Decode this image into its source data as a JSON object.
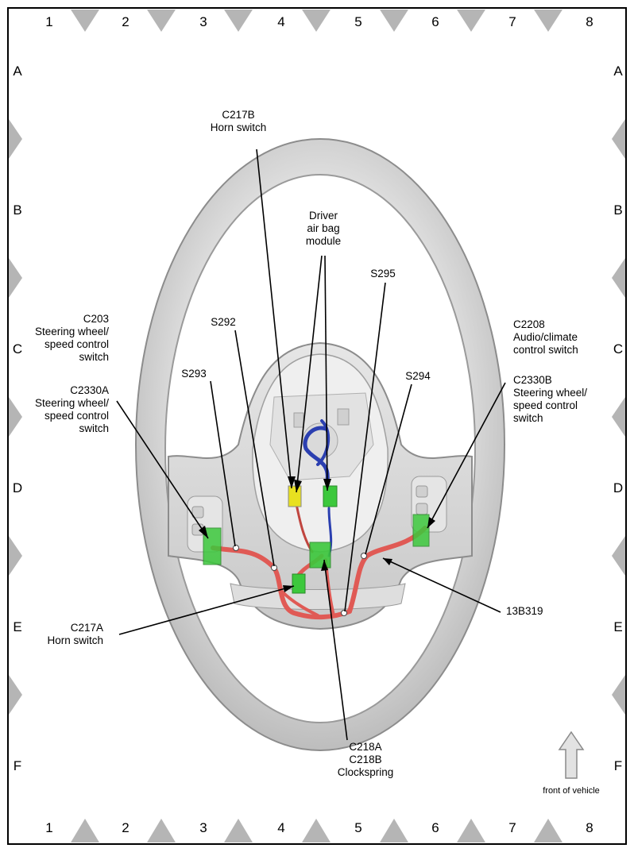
{
  "grid": {
    "columns": [
      "1",
      "2",
      "3",
      "4",
      "5",
      "6",
      "7",
      "8"
    ],
    "rows": [
      "A",
      "B",
      "C",
      "D",
      "E",
      "F"
    ]
  },
  "callouts": {
    "c217b": [
      "C217B",
      "Horn switch"
    ],
    "driver_airbag": [
      "Driver",
      "air bag",
      "module"
    ],
    "s295": [
      "S295"
    ],
    "s292": [
      "S292"
    ],
    "c203": [
      "C203",
      "Steering wheel/",
      "speed control",
      "switch"
    ],
    "c2208": [
      "C2208",
      "Audio/climate",
      "control switch"
    ],
    "s293": [
      "S293"
    ],
    "s294": [
      "S294"
    ],
    "c2330a": [
      "C2330A",
      "Steering wheel/",
      "speed control",
      "switch"
    ],
    "c2330b": [
      "C2330B",
      "Steering wheel/",
      "speed control",
      "switch"
    ],
    "c217a": [
      "C217A",
      "Horn switch"
    ],
    "n13b319": [
      "13B319"
    ],
    "c218": [
      "C218A",
      "C218B",
      "Clockspring"
    ]
  },
  "front_of_vehicle": "front of vehicle",
  "colors": {
    "wheel": "#d9d9d9",
    "harness_red": "#e05a55",
    "harness_blue": "#2b3fb0",
    "connector_green": "#3cc83c",
    "connector_yellow": "#e8e020",
    "grid_triangle": "#b5b5b5"
  }
}
